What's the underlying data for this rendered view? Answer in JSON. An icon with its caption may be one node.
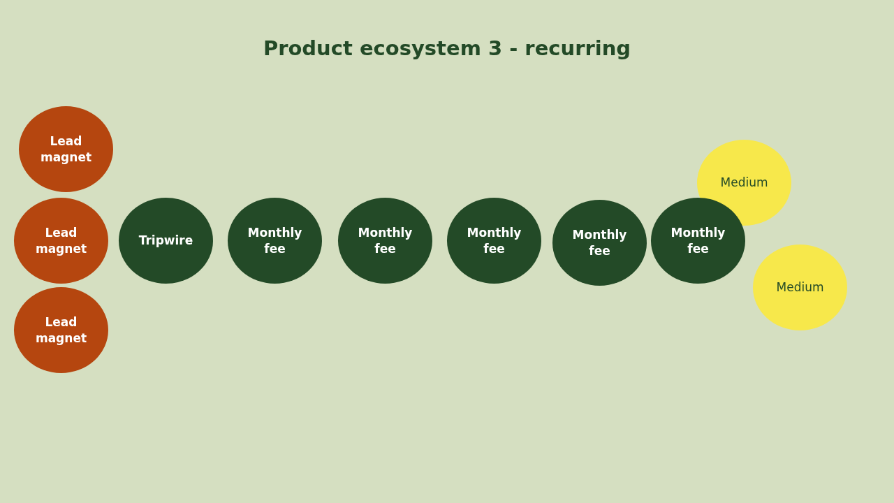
{
  "diagram": {
    "title": "Product ecosystem 3 - recurring",
    "nodes": [
      {
        "text": [
          "Lead magnet"
        ]
      },
      {
        "text": [
          "Lead magnet"
        ]
      },
      {
        "text": [
          "Lead magnet"
        ]
      },
      {
        "text": [
          "Tripwire"
        ]
      },
      {
        "text": [
          "Monthly fee"
        ]
      },
      {
        "text": [
          "Monthly fee"
        ]
      },
      {
        "text": [
          "Monthly fee"
        ]
      },
      {
        "text": [
          "Monthly fee"
        ]
      },
      {
        "text": [
          "Monthly fee"
        ]
      },
      {
        "text": [
          "Medium"
        ]
      },
      {
        "text": [
          "Medium"
        ]
      }
    ]
  }
}
